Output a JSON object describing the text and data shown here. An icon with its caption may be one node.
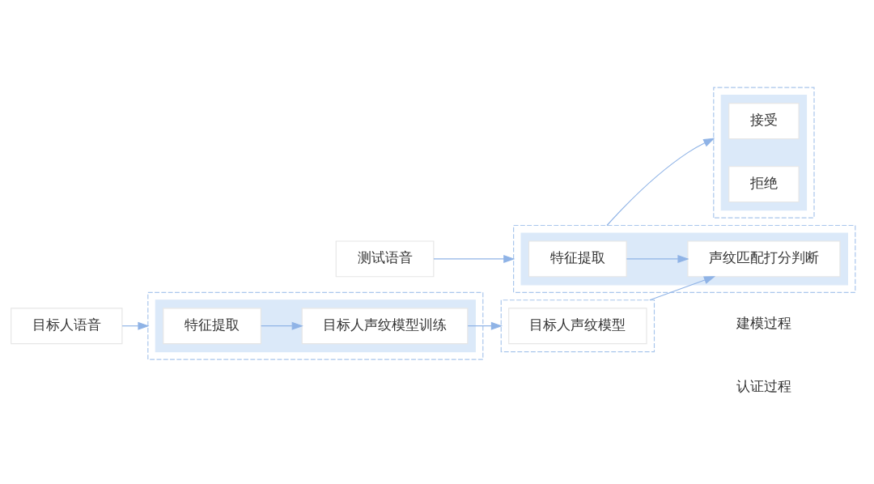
{
  "diagram": {
    "nodes": [
      {
        "text": [
          "目标人语音"
        ]
      },
      {
        "text": [],
        "shape": "box"
      },
      {
        "text": [],
        "shape": "box",
        "in": 1
      },
      {
        "text": [
          "特征提取"
        ],
        "in": 2
      },
      {
        "text": [
          "目标人声纹模型训练"
        ],
        "in": 2
      },
      {
        "text": [],
        "shape": "box"
      },
      {
        "text": [
          "目标人声纹模型"
        ],
        "in": 5
      },
      {
        "text": [
          "测试语音"
        ]
      },
      {
        "text": [],
        "shape": "box"
      },
      {
        "text": [],
        "shape": "box",
        "in": 8
      },
      {
        "text": [
          "特征提取"
        ],
        "in": 9
      },
      {
        "text": [
          "声纹匹配打分判断"
        ],
        "in": 9
      },
      {
        "text": [],
        "shape": "box"
      },
      {
        "text": [],
        "shape": "box",
        "in": 12
      },
      {
        "text": [
          "接受"
        ],
        "in": 13
      },
      {
        "text": [
          "拒绝"
        ],
        "in": 13
      }
    ],
    "edges": [
      {
        "from": 0,
        "to": 1,
        "arrow": "to"
      },
      {
        "from": 3,
        "to": 4,
        "arrow": "to"
      },
      {
        "from": 4,
        "to": 5,
        "arrow": "to"
      },
      {
        "from": 5,
        "to": 11,
        "arrow": "to"
      },
      {
        "from": 7,
        "to": 8,
        "arrow": "to"
      },
      {
        "from": 10,
        "to": 11,
        "arrow": "to"
      },
      {
        "from": 8,
        "to": 12,
        "arrow": "to"
      }
    ],
    "labels": [
      "建模过程",
      "认证过程"
    ]
  }
}
